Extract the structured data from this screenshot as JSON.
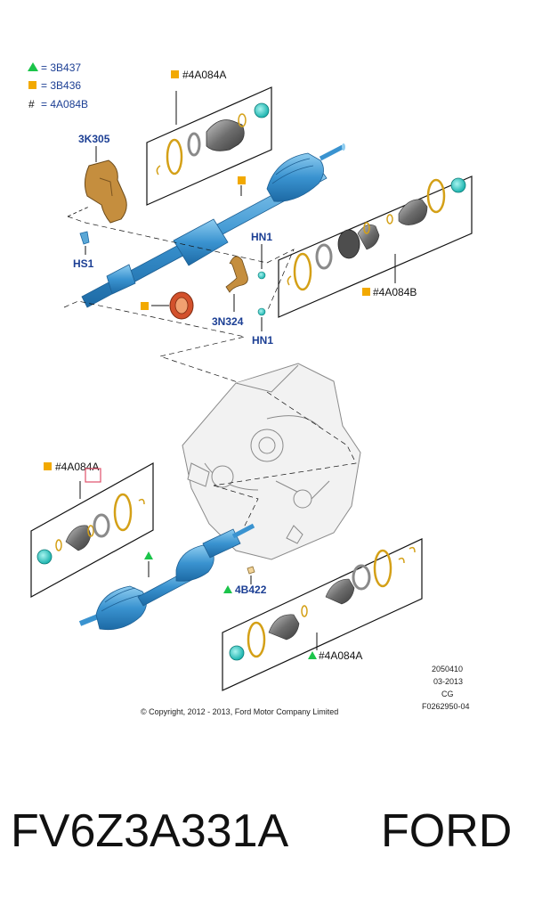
{
  "legend": {
    "triangle": "= 3B437",
    "square": "= 3B436",
    "hash_symbol": "#",
    "hash": "= 4A084B"
  },
  "callouts": {
    "top_kit": "#4A084A",
    "bracket": "3K305",
    "bolt_hs1": "HS1",
    "nut_hn1_top": "HN1",
    "right_kit": "#4A084B",
    "strap": "3N324",
    "nut_hn1_bottom": "HN1",
    "left_kit": "#4A084A",
    "ring": "4B422",
    "bottom_kit": "#4A084A"
  },
  "meta": {
    "code1": "2050410",
    "date": "03-2013",
    "cg": "CG",
    "figure": "F0262950-04",
    "copyright": "© Copyright, 2012 - 2013, Ford Motor Company Limited"
  },
  "caption": {
    "part_number": "FV6Z3A331A",
    "brand": "FORD"
  },
  "colors": {
    "callout_blue": "#1c3f94",
    "shaft_blue": "#3a93d0",
    "square_marker": "#f2a900",
    "triangle_marker": "#1bc44a",
    "bracket_tan": "#c58e3e",
    "seal_red": "#d3512c"
  }
}
